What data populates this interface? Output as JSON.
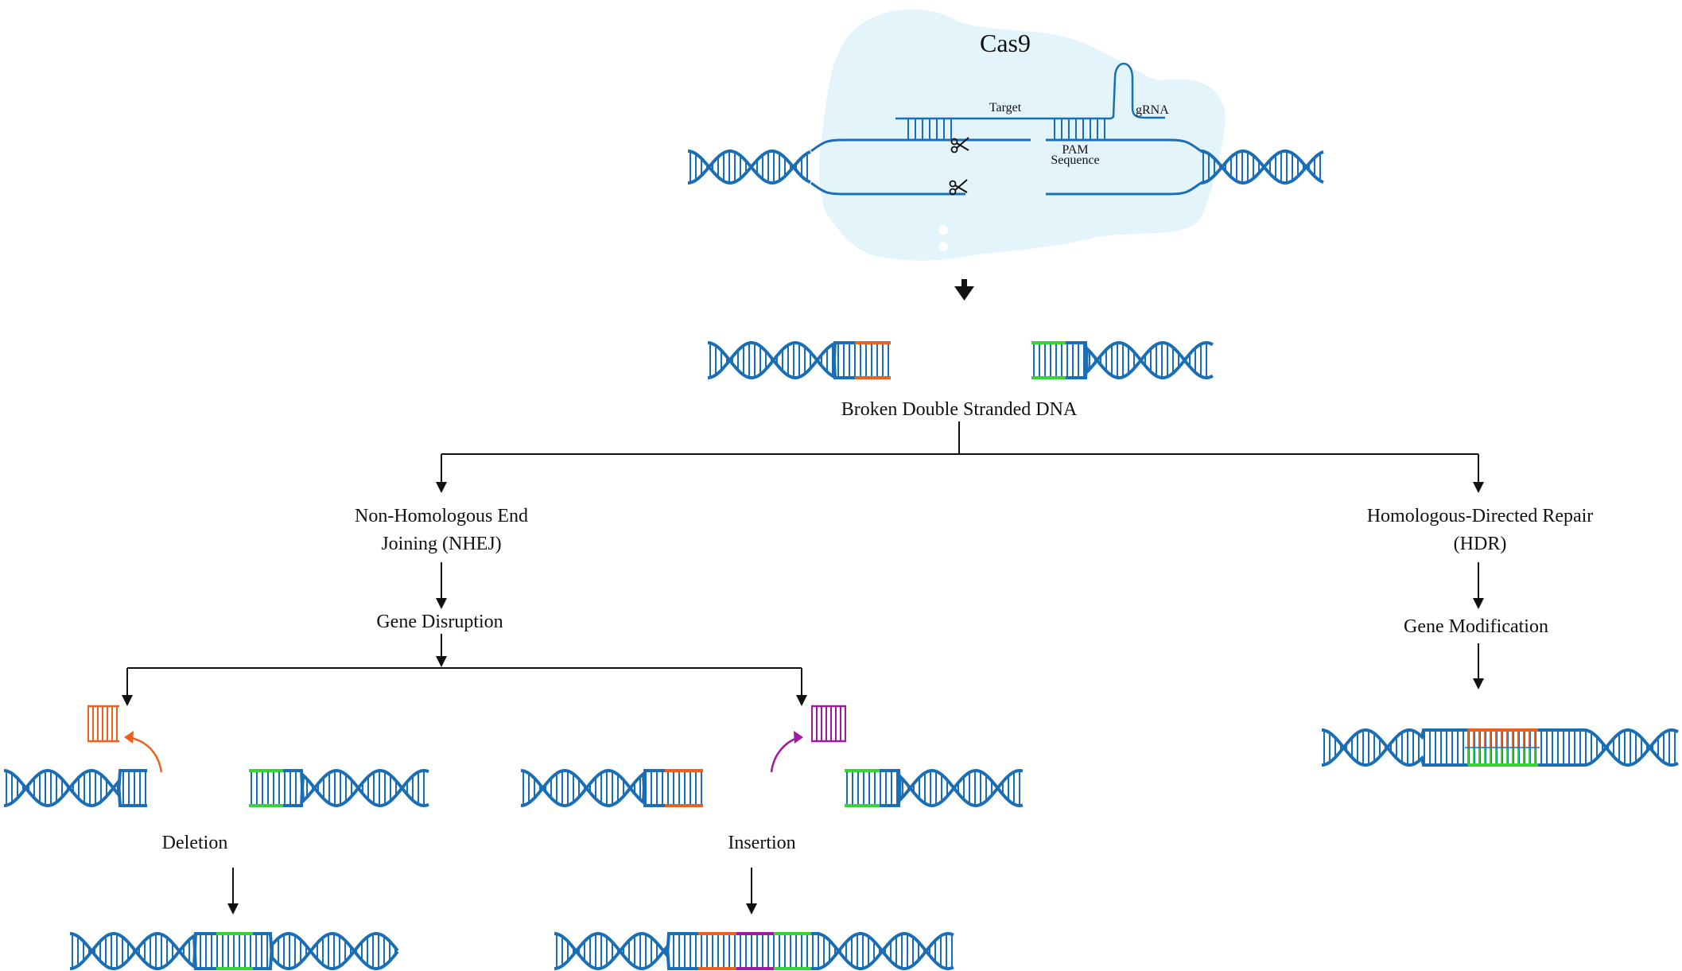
{
  "title": "Cas9",
  "labels": {
    "target": "Target",
    "grna": "gRNA",
    "pam_line1": "PAM",
    "pam_line2": "Sequence",
    "broken": "Broken Double Stranded DNA",
    "nhej_line1": "Non-Homologous End",
    "nhej_line2": "Joining (NHEJ)",
    "hdr_line1": "Homologous-Directed Repair",
    "hdr_line2": "(HDR)",
    "gene_disruption": "Gene Disruption",
    "gene_modification": "Gene Modification",
    "deletion": "Deletion",
    "insertion": "Insertion"
  },
  "colors": {
    "dna": "#1a6eb5",
    "orange": "#ee6020",
    "green": "#33d633",
    "purple": "#a01aa0",
    "blob": "#e3f5fb",
    "arrow": "#111111"
  }
}
